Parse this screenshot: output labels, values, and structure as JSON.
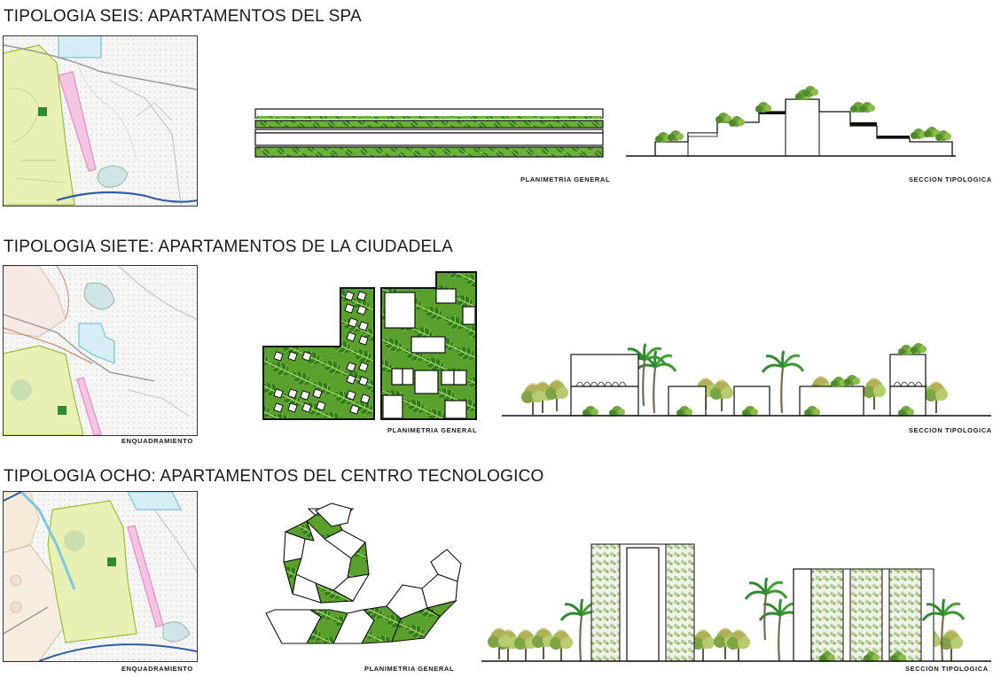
{
  "sections": [
    {
      "title": "TIPOLOGIA SEIS: APARTAMENTOS DEL SPA",
      "captions": {
        "plan": "PLANIMETRIA GENERAL",
        "section": "SECCION TIPOLOGICA"
      }
    },
    {
      "title": "TIPOLOGIA SIETE: APARTAMENTOS DE LA CIUDADELA",
      "captions": {
        "map": "ENQUADRAMIENTO",
        "plan": "PLANIMETRIA GENERAL",
        "section": "SECCION TIPOLOGICA"
      }
    },
    {
      "title": "TIPOLOGIA OCHO: APARTAMENTOS DEL CENTRO TECNOLOGICO",
      "captions": {
        "map": "ENQUADRAMIENTO",
        "plan": "PLANIMETRIA GENERAL",
        "section": "SECCION TIPOLOGICA"
      }
    }
  ],
  "colors": {
    "map_zone_fill": "#e8f0b4",
    "map_zone_stroke": "#9cbf3c",
    "map_pink": "#e98bc6",
    "map_blue": "#7ec6e3",
    "map_water": "#2f5fa8",
    "foliage_dark": "#2e7d1e",
    "foliage_light": "#8cc63f",
    "building_stroke": "#111111"
  }
}
